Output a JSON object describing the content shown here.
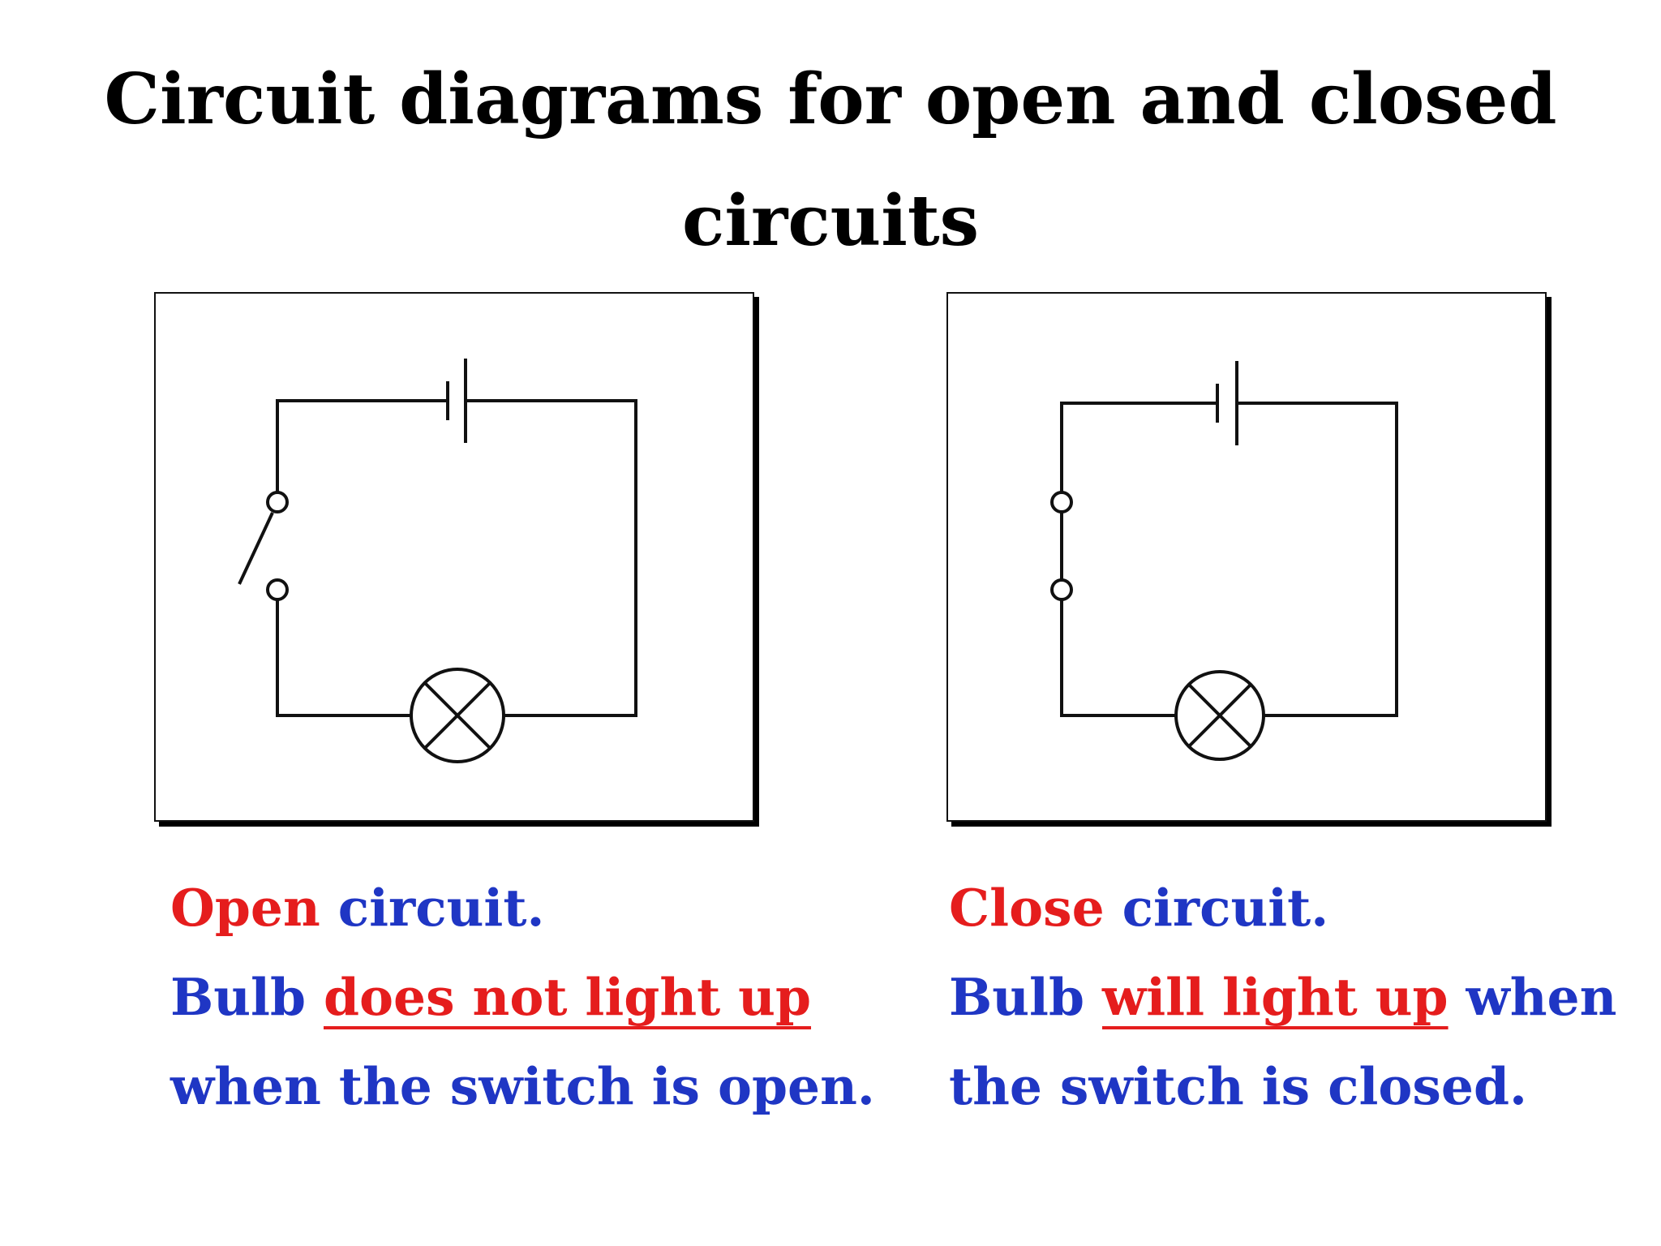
{
  "title": {
    "line1": "Circuit diagrams for open and closed",
    "line2": "circuits"
  },
  "open_caption": {
    "state_word": "Open",
    "circuit_word": "circuit.",
    "bulb_word": "Bulb",
    "highlight": "does not light up",
    "rest": "when the switch is open."
  },
  "closed_caption": {
    "state_word": "Close",
    "circuit_word": "circuit.",
    "bulb_word": "Bulb",
    "highlight": "will light up",
    "when_word": "when",
    "rest": "the switch is closed."
  },
  "colors": {
    "blue_text": "#1f36c4",
    "red_text": "#e51d1d",
    "wire": "#111111"
  }
}
